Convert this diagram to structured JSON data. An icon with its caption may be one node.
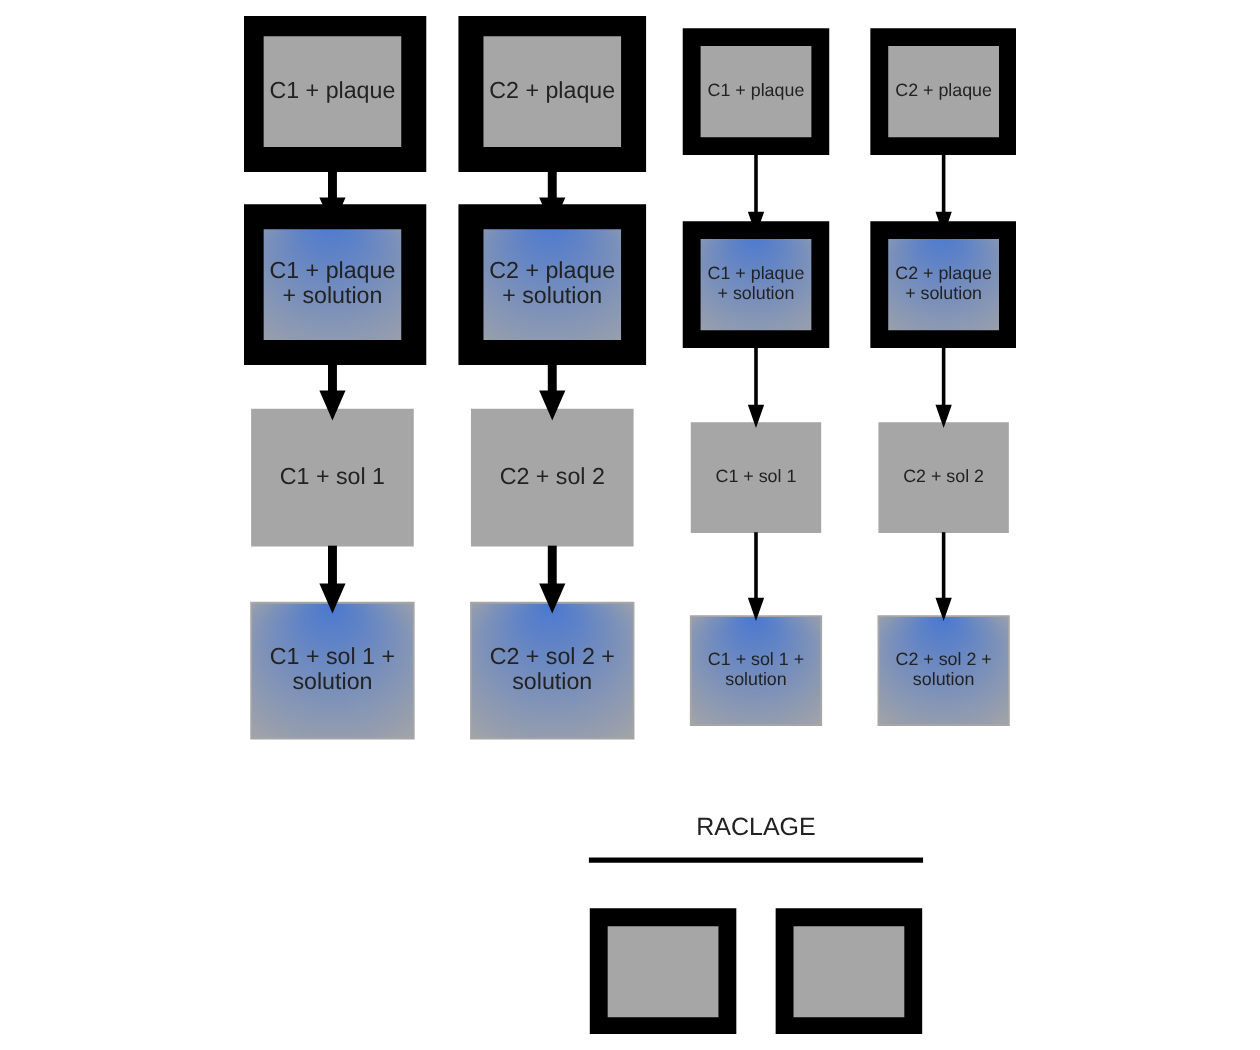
{
  "diagram": {
    "nodes": [
      {
        "text": [
          "C1 + plaque"
        ]
      },
      {
        "text": [
          "C1 + plaque + solution"
        ]
      },
      {
        "text": [
          "C1 + sol 1"
        ]
      },
      {
        "text": [
          "C1 + sol 1 + solution"
        ]
      },
      {
        "text": [
          "C2 + plaque"
        ]
      },
      {
        "text": [
          "C2 + plaque + solution"
        ]
      },
      {
        "text": [
          "C2 + sol 2"
        ]
      },
      {
        "text": [
          "C2 + sol 2 + solution"
        ]
      },
      {
        "text": [
          "C1 + plaque"
        ]
      },
      {
        "text": [
          "C1 + plaque + solution"
        ]
      },
      {
        "text": [
          "C1 + sol 1"
        ]
      },
      {
        "text": [
          "C1 + sol 1 + solution"
        ]
      },
      {
        "text": [
          "C2 + plaque"
        ]
      },
      {
        "text": [
          "C2 + plaque + solution"
        ]
      },
      {
        "text": [
          "C2 + sol 2"
        ]
      },
      {
        "text": [
          "C2 + sol 2 + solution"
        ]
      },
      {
        "text": [],
        "shape": "box"
      },
      {
        "text": [],
        "shape": "box"
      }
    ],
    "edges": [
      {
        "from": 0,
        "to": 1,
        "arrow": "to",
        "style": "thick"
      },
      {
        "from": 1,
        "to": 2,
        "arrow": "to",
        "style": "thick"
      },
      {
        "from": 2,
        "to": 3,
        "arrow": "to",
        "style": "thick"
      },
      {
        "from": 4,
        "to": 5,
        "arrow": "to",
        "style": "thick"
      },
      {
        "from": 5,
        "to": 6,
        "arrow": "to",
        "style": "thick"
      },
      {
        "from": 6,
        "to": 7,
        "arrow": "to",
        "style": "thick"
      },
      {
        "from": 8,
        "to": 9,
        "arrow": "to"
      },
      {
        "from": 9,
        "to": 10,
        "arrow": "to"
      },
      {
        "from": 10,
        "to": 11,
        "arrow": "to"
      },
      {
        "from": 12,
        "to": 13,
        "arrow": "to"
      },
      {
        "from": 13,
        "to": 14,
        "arrow": "to"
      },
      {
        "from": 14,
        "to": 15,
        "arrow": "to"
      }
    ],
    "labels": [
      "RACLAGE"
    ]
  }
}
